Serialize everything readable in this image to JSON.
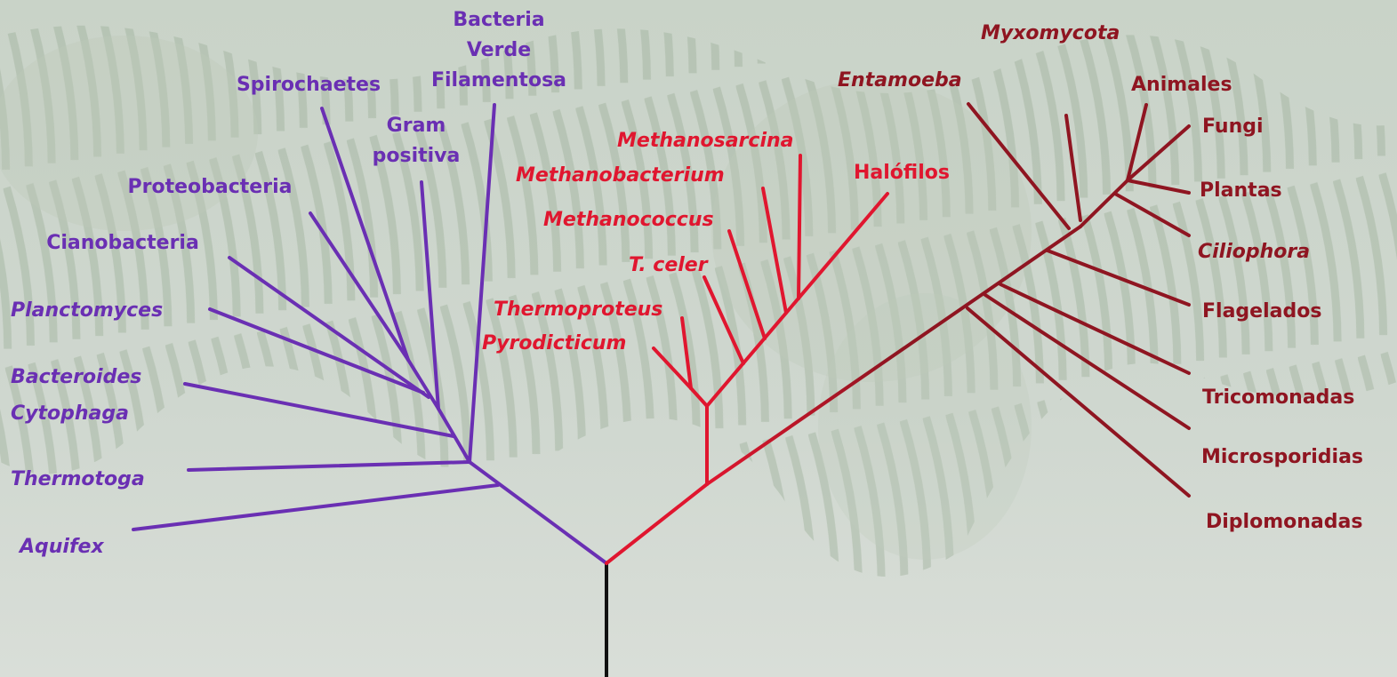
{
  "colors": {
    "bacteria": "#6a2fb3",
    "archaea": "#e0162f",
    "eukarya": "#8f1521",
    "root": "#111111",
    "background": "#cfd7cf"
  },
  "bacteria_labels": [
    {
      "id": "bacteria-verde",
      "text": "Bacteria"
    },
    {
      "id": "bacteria-verde-2",
      "text": "Verde"
    },
    {
      "id": "bacteria-verde-3",
      "text": "Filamentosa"
    },
    {
      "id": "spirochaetes",
      "text": "Spirochaetes"
    },
    {
      "id": "gram-positiva",
      "text": "Gram"
    },
    {
      "id": "gram-positiva-2",
      "text": "positiva"
    },
    {
      "id": "proteobacteria",
      "text": "Proteobacteria"
    },
    {
      "id": "cianobacteria",
      "text": "Cianobacteria"
    },
    {
      "id": "planctomyces",
      "text": "Planctomyces"
    },
    {
      "id": "bacteroides",
      "text": "Bacteroides"
    },
    {
      "id": "cytophaga",
      "text": "Cytophaga"
    },
    {
      "id": "thermotoga",
      "text": "Thermotoga"
    },
    {
      "id": "aquifex",
      "text": "Aquifex"
    }
  ],
  "archaea_labels": [
    {
      "id": "methanosarcina",
      "text": "Methanosarcina"
    },
    {
      "id": "methanobacterium",
      "text": "Methanobacterium"
    },
    {
      "id": "halofilos",
      "text": "Halófilos"
    },
    {
      "id": "methanococcus",
      "text": "Methanococcus"
    },
    {
      "id": "t-celer",
      "text": "T. celer"
    },
    {
      "id": "thermoproteus",
      "text": "Thermoproteus"
    },
    {
      "id": "pyrodicticum",
      "text": "Pyrodicticum"
    }
  ],
  "eukarya_labels": [
    {
      "id": "myxomycota",
      "text": "Myxomycota"
    },
    {
      "id": "entamoeba",
      "text": "Entamoeba"
    },
    {
      "id": "animales",
      "text": "Animales"
    },
    {
      "id": "fungi",
      "text": "Fungi"
    },
    {
      "id": "plantas",
      "text": "Plantas"
    },
    {
      "id": "ciliophora",
      "text": "Ciliophora"
    },
    {
      "id": "flagelados",
      "text": "Flagelados"
    },
    {
      "id": "tricomonadas",
      "text": "Tricomonadas"
    },
    {
      "id": "microsporidias",
      "text": "Microsporidias"
    },
    {
      "id": "diplomonadas",
      "text": "Diplomonadas"
    }
  ]
}
